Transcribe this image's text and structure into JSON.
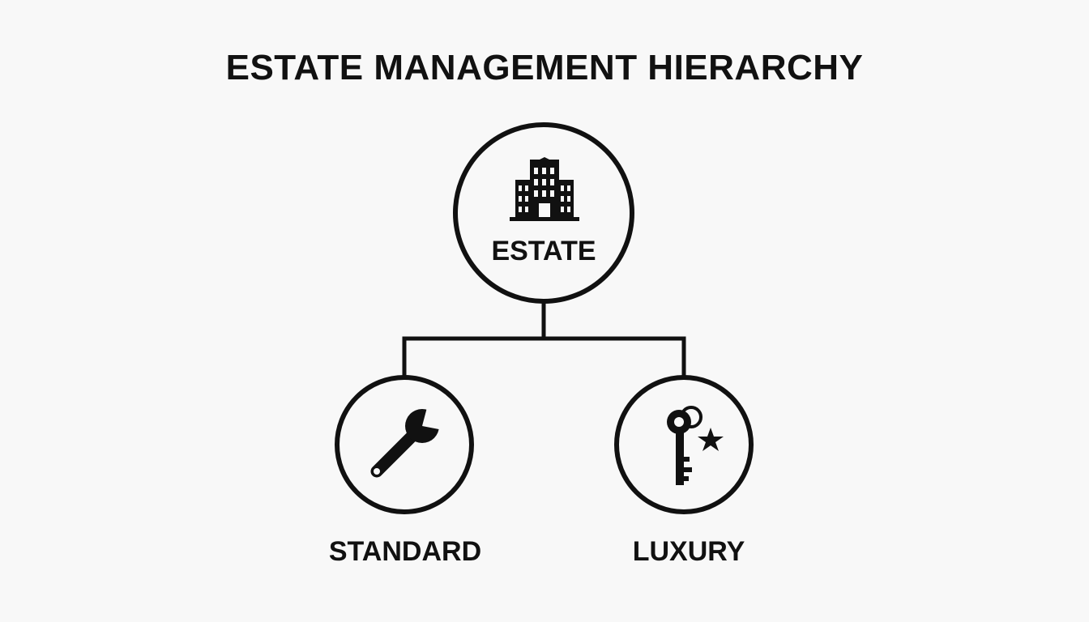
{
  "title": "ESTATE MANAGEMENT HIERARCHY",
  "colors": {
    "stroke": "#111111",
    "background": "#f8f8f8"
  },
  "nodes": {
    "root": {
      "label": "ESTATE",
      "icon": "building-icon"
    },
    "children": [
      {
        "label": "STANDARD",
        "icon": "wrench-icon"
      },
      {
        "label": "LUXURY",
        "icon": "key-star-icon"
      }
    ]
  }
}
